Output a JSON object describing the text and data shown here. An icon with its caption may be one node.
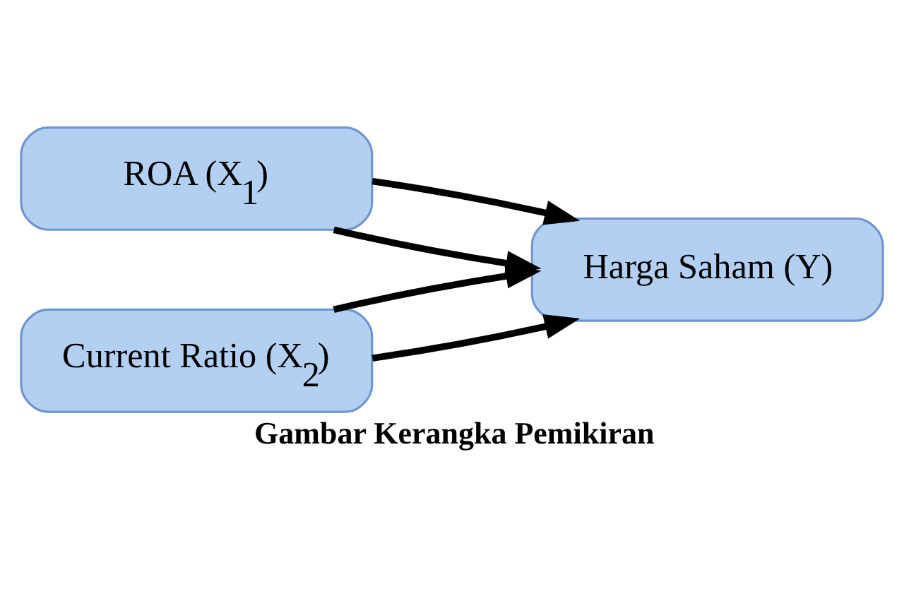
{
  "diagram": {
    "caption": "Gambar Kerangka Pemikiran",
    "nodes": [
      {
        "text": [
          "ROA (X$_{1}$)"
        ]
      },
      {
        "text": [
          "Current Ratio (X$_{2}$)"
        ]
      },
      {
        "text": [
          "Harga Saham (Y)"
        ]
      }
    ],
    "edges": [
      {
        "from": 0,
        "to": 2,
        "arrow": "to"
      },
      {
        "from": 0,
        "to": 2,
        "arrow": "to"
      },
      {
        "from": 1,
        "to": 2,
        "arrow": "to"
      },
      {
        "from": 1,
        "to": 2,
        "arrow": "to"
      }
    ]
  }
}
